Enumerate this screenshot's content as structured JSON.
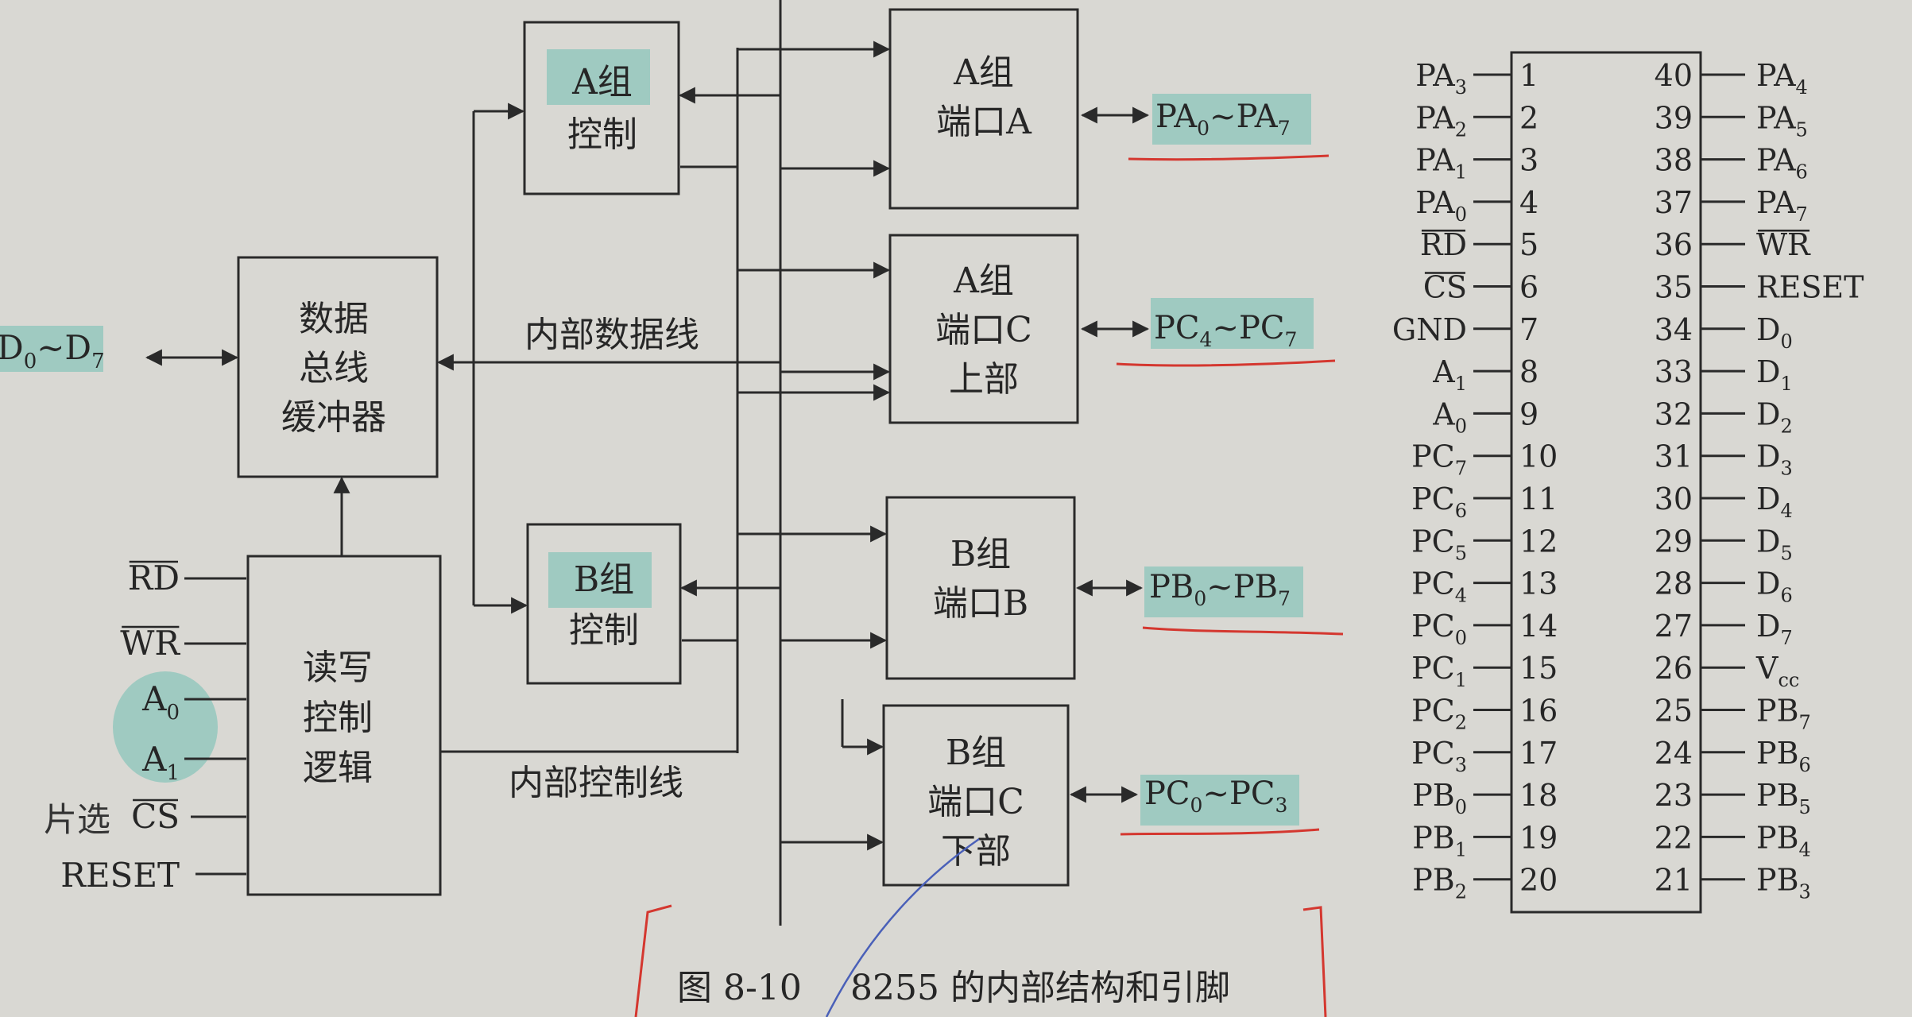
{
  "blocks": {
    "data_bus_buffer": [
      "数据",
      "总线",
      "缓冲器"
    ],
    "rw_logic": [
      "读写",
      "控制",
      "逻辑"
    ],
    "group_a_control": [
      "A组",
      "控制"
    ],
    "group_b_control": [
      "B组",
      "控制"
    ],
    "group_a_port_a": [
      "A组",
      "端口A"
    ],
    "group_a_port_c_upper": [
      "A组",
      "端口C",
      "上部"
    ],
    "group_b_port_b": [
      "B组",
      "端口B"
    ],
    "group_b_port_c_lower": [
      "B组",
      "端口C",
      "下部"
    ]
  },
  "bus_labels": {
    "internal_data": "内部数据线",
    "internal_control": "内部控制线"
  },
  "signals": {
    "data_bus": {
      "main": "D",
      "sub1": "0",
      "sep": "~D",
      "sub2": "7"
    },
    "rw_inputs": [
      {
        "name": "RD",
        "sub": "",
        "overline": true
      },
      {
        "name": "WR",
        "sub": "",
        "overline": true
      },
      {
        "name": "A",
        "sub": "0",
        "overline": false
      },
      {
        "name": "A",
        "sub": "1",
        "overline": false
      },
      {
        "name": "CS",
        "sub": "",
        "overline": true
      },
      {
        "name": "RESET",
        "sub": "",
        "overline": false
      }
    ],
    "port_outputs": [
      {
        "main": "PA",
        "sub1": "0",
        "sep": "~PA",
        "sub2": "7"
      },
      {
        "main": "PC",
        "sub1": "4",
        "sep": "~PC",
        "sub2": "7"
      },
      {
        "main": "PB",
        "sub1": "0",
        "sep": "~PB",
        "sub2": "7"
      },
      {
        "main": "PC",
        "sub1": "0",
        "sep": "~PC",
        "sub2": "3"
      }
    ]
  },
  "handwritten_note": "片选",
  "pins": {
    "left": [
      {
        "num": "1",
        "name": "PA",
        "sub": "3",
        "overline": false
      },
      {
        "num": "2",
        "name": "PA",
        "sub": "2",
        "overline": false
      },
      {
        "num": "3",
        "name": "PA",
        "sub": "1",
        "overline": false
      },
      {
        "num": "4",
        "name": "PA",
        "sub": "0",
        "overline": false
      },
      {
        "num": "5",
        "name": "RD",
        "sub": "",
        "overline": true
      },
      {
        "num": "6",
        "name": "CS",
        "sub": "",
        "overline": true
      },
      {
        "num": "7",
        "name": "GND",
        "sub": "",
        "overline": false
      },
      {
        "num": "8",
        "name": "A",
        "sub": "1",
        "overline": false
      },
      {
        "num": "9",
        "name": "A",
        "sub": "0",
        "overline": false
      },
      {
        "num": "10",
        "name": "PC",
        "sub": "7",
        "overline": false
      },
      {
        "num": "11",
        "name": "PC",
        "sub": "6",
        "overline": false
      },
      {
        "num": "12",
        "name": "PC",
        "sub": "5",
        "overline": false
      },
      {
        "num": "13",
        "name": "PC",
        "sub": "4",
        "overline": false
      },
      {
        "num": "14",
        "name": "PC",
        "sub": "0",
        "overline": false
      },
      {
        "num": "15",
        "name": "PC",
        "sub": "1",
        "overline": false
      },
      {
        "num": "16",
        "name": "PC",
        "sub": "2",
        "overline": false
      },
      {
        "num": "17",
        "name": "PC",
        "sub": "3",
        "overline": false
      },
      {
        "num": "18",
        "name": "PB",
        "sub": "0",
        "overline": false
      },
      {
        "num": "19",
        "name": "PB",
        "sub": "1",
        "overline": false
      },
      {
        "num": "20",
        "name": "PB",
        "sub": "2",
        "overline": false
      }
    ],
    "right": [
      {
        "num": "40",
        "name": "PA",
        "sub": "4",
        "overline": false
      },
      {
        "num": "39",
        "name": "PA",
        "sub": "5",
        "overline": false
      },
      {
        "num": "38",
        "name": "PA",
        "sub": "6",
        "overline": false
      },
      {
        "num": "37",
        "name": "PA",
        "sub": "7",
        "overline": false
      },
      {
        "num": "36",
        "name": "WR",
        "sub": "",
        "overline": true
      },
      {
        "num": "35",
        "name": "RESET",
        "sub": "",
        "overline": false
      },
      {
        "num": "34",
        "name": "D",
        "sub": "0",
        "overline": false
      },
      {
        "num": "33",
        "name": "D",
        "sub": "1",
        "overline": false
      },
      {
        "num": "32",
        "name": "D",
        "sub": "2",
        "overline": false
      },
      {
        "num": "31",
        "name": "D",
        "sub": "3",
        "overline": false
      },
      {
        "num": "30",
        "name": "D",
        "sub": "4",
        "overline": false
      },
      {
        "num": "29",
        "name": "D",
        "sub": "5",
        "overline": false
      },
      {
        "num": "28",
        "name": "D",
        "sub": "6",
        "overline": false
      },
      {
        "num": "27",
        "name": "D",
        "sub": "7",
        "overline": false
      },
      {
        "num": "26",
        "name": "V",
        "sub": "cc",
        "overline": false
      },
      {
        "num": "25",
        "name": "PB",
        "sub": "7",
        "overline": false
      },
      {
        "num": "24",
        "name": "PB",
        "sub": "6",
        "overline": false
      },
      {
        "num": "23",
        "name": "PB",
        "sub": "5",
        "overline": false
      },
      {
        "num": "22",
        "name": "PB",
        "sub": "4",
        "overline": false
      },
      {
        "num": "21",
        "name": "PB",
        "sub": "3",
        "overline": false
      }
    ]
  },
  "caption": {
    "figure": "图 8-10",
    "title": "8255 的内部结构和引脚"
  },
  "colors": {
    "ink": "#2a2a2a",
    "paper": "#d9d8d3",
    "highlight": "#6fbfb3",
    "red_pen": "#d4372f",
    "blue_pen": "#4a60b8"
  }
}
